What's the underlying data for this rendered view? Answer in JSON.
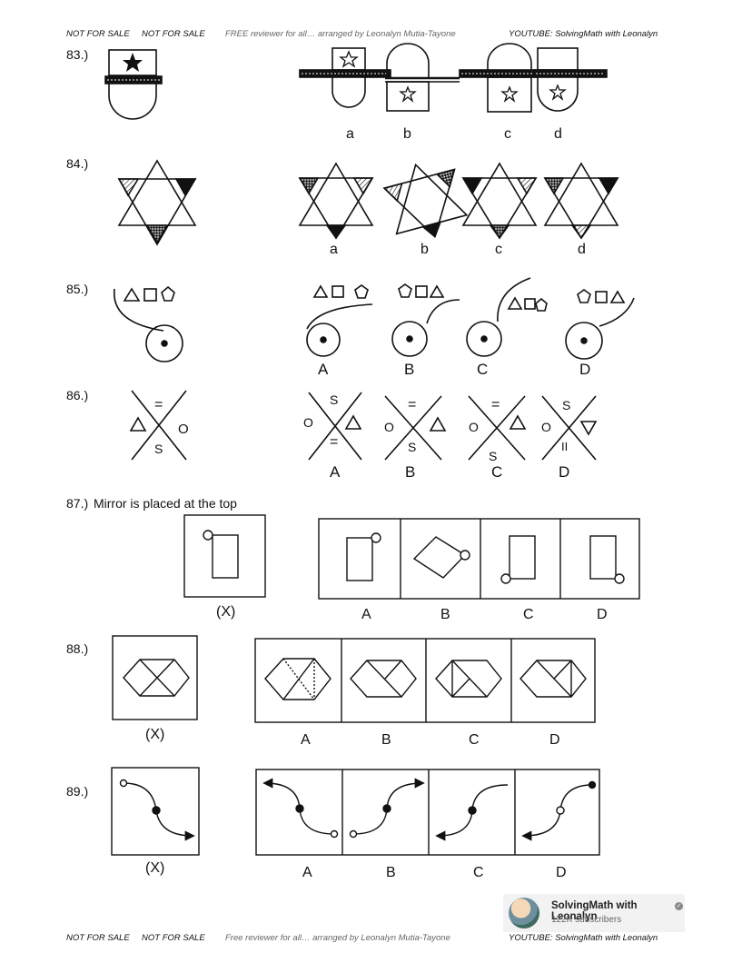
{
  "header": {
    "nfs1": "NOT FOR SALE",
    "nfs2": "NOT FOR SALE",
    "credit": "FREE reviewer for all… arranged by Leonalyn Mutia-Tayone",
    "youtube": "YOUTUBE: SolvingMath with Leonalyn"
  },
  "footer": {
    "nfs1": "NOT FOR SALE",
    "nfs2": "NOT FOR SALE",
    "credit": "Free reviewer for all… arranged by Leonalyn Mutia-Tayone",
    "youtube": "YOUTUBE: SolvingMath with Leonalyn"
  },
  "questions": {
    "q83": {
      "number": "83.)",
      "choices": [
        "a",
        "b",
        "c",
        "d"
      ]
    },
    "q84": {
      "number": "84.)",
      "choices": [
        "a",
        "b",
        "c",
        "d"
      ]
    },
    "q85": {
      "number": "85.)",
      "choices": [
        "A",
        "B",
        "C",
        "D"
      ]
    },
    "q86": {
      "number": "86.)",
      "choices": [
        "A",
        "B",
        "C",
        "D"
      ],
      "symbols": {
        "eq": "=",
        "s": "S",
        "o": "O",
        "ii": "II"
      }
    },
    "q87": {
      "number": "87.)",
      "text": "Mirror is placed at the top",
      "x_label": "(X)",
      "choices": [
        "A",
        "B",
        "C",
        "D"
      ]
    },
    "q88": {
      "number": "88.)",
      "x_label": "(X)",
      "choices": [
        "A",
        "B",
        "C",
        "D"
      ]
    },
    "q89": {
      "number": "89.)",
      "x_label": "(X)",
      "choices": [
        "A",
        "B",
        "C",
        "D"
      ]
    }
  },
  "youtube_badge": {
    "channel": "SolvingMath with Leonalyn",
    "subscribers": "122K subscribers",
    "avatar_icon": "channel-avatar-icon",
    "verified_icon": "verified-check-icon"
  }
}
